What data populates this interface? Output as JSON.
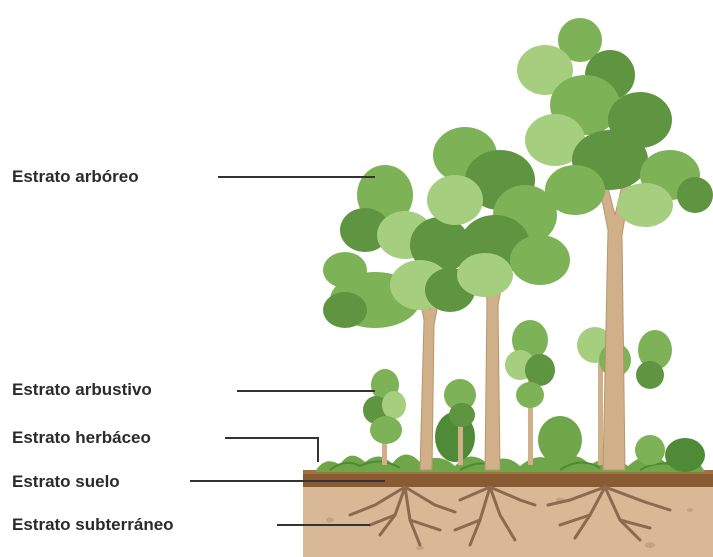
{
  "labels": {
    "arboreo": "Estrato arbóreo",
    "arbustivo": "Estrato arbustivo",
    "herbaceo": "Estrato herbáceo",
    "suelo": "Estrato suelo",
    "subterraneo": "Estrato subterráneo"
  },
  "colors": {
    "label_text": "#2b2b2b",
    "leader_line": "#333333",
    "foliage_dark": "#5f9440",
    "foliage_mid": "#7db257",
    "foliage_light": "#a5cf7e",
    "trunk": "#cfb089",
    "soil_top": "#8a5a32",
    "soil_body": "#d9b896",
    "roots": "#8b6a4e"
  }
}
